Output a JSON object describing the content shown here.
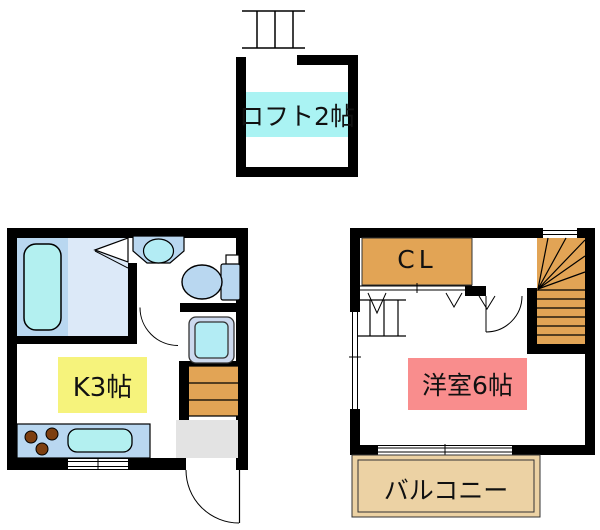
{
  "document": {
    "type": "japanese-apartment-floor-plan",
    "floors": [
      "loft",
      "first-floor",
      "second-floor"
    ]
  },
  "labels": {
    "loft": "ロフト2帖",
    "kitchen": "K3帖",
    "closet": "CL",
    "western_room": "洋室6帖",
    "balcony": "バルコニー"
  },
  "rooms": [
    {
      "name": "loft",
      "label": "ロフト2帖",
      "highlight_color": "#aaf3f3"
    },
    {
      "name": "kitchen",
      "label": "K3帖",
      "highlight_color": "#f6f37c"
    },
    {
      "name": "closet",
      "label": "CL",
      "fill_color": "#e2a455"
    },
    {
      "name": "western-room",
      "label": "洋室6帖",
      "highlight_color": "#f98d8d"
    },
    {
      "name": "balcony",
      "label": "バルコニー",
      "fill_color": "#ecd2a4"
    }
  ],
  "fixtures": [
    "loft-ladder",
    "bathtub",
    "bathroom-folding-door",
    "washbasin",
    "toilet",
    "washroom-door",
    "washing-machine-pan",
    "stairs-1f",
    "genkan",
    "entrance-door",
    "kitchen-counter",
    "stove-burners",
    "kitchen-sink",
    "kitchen-window",
    "closet-folding-doors",
    "room-door",
    "winder-stairs-2f",
    "ladder-2f",
    "left-window",
    "stair-window",
    "balcony-window"
  ],
  "colors": {
    "wall": "#000000",
    "bath_zone": "#b9d7f0",
    "bath_floor": "#dce9f8",
    "water_fixture": "#b3f0f0",
    "pan_outer": "#ccd9ee",
    "stairs": "#e2a455",
    "genkan": "#e3e3e3",
    "burner": "#7d3f10",
    "loft_highlight": "#aaf3f3",
    "kitchen_highlight": "#f6f37c",
    "room_highlight": "#f98d8d",
    "balcony_fill": "#ecd2a4"
  }
}
